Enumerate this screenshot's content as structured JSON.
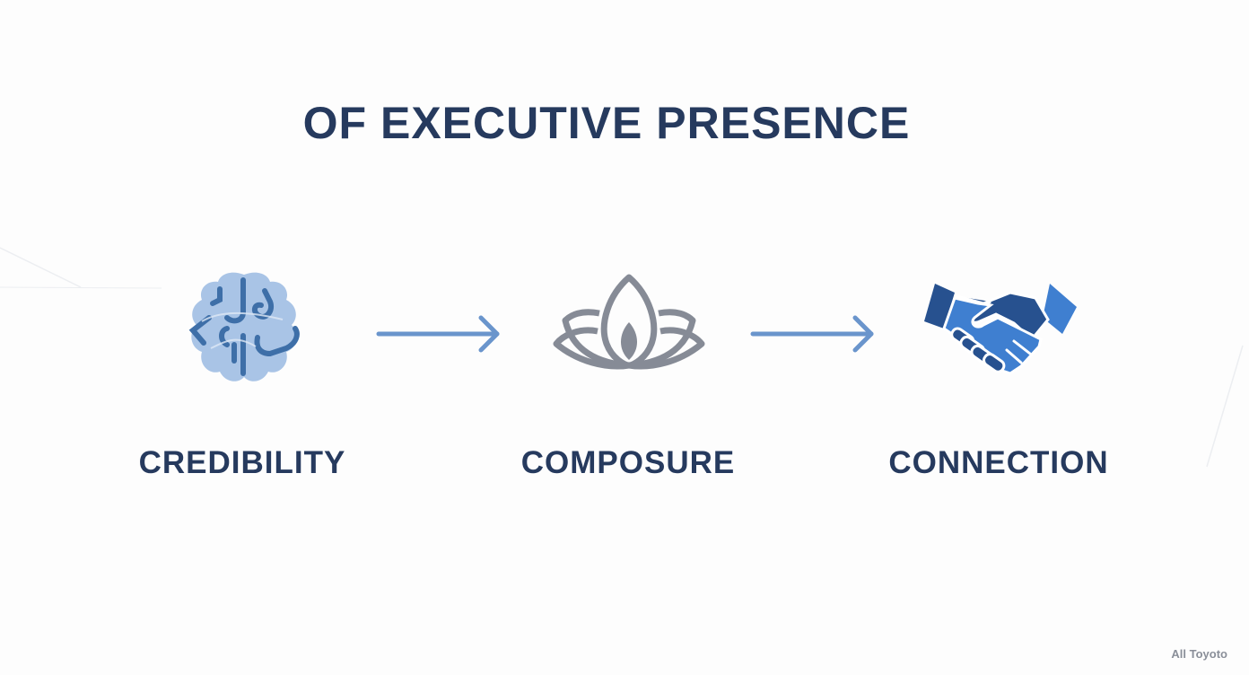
{
  "title": "OF EXECUTIVE PRESENCE",
  "steps": [
    {
      "label": "CREDIBILITY",
      "icon": "brain-icon"
    },
    {
      "label": "COMPOSURE",
      "icon": "lotus-icon"
    },
    {
      "label": "CONNECTION",
      "icon": "handshake-icon"
    }
  ],
  "arrows": [
    "arrow-right-icon",
    "arrow-right-icon"
  ],
  "footer": "All Toyoto",
  "colors": {
    "title": "#263a5e",
    "arrow": "#6a95cc",
    "brain_fill": "#a9c4e6",
    "brain_stroke": "#3e6fa8",
    "lotus": "#868b96",
    "hand_dark": "#27518f",
    "hand_light": "#3f7fd0"
  }
}
